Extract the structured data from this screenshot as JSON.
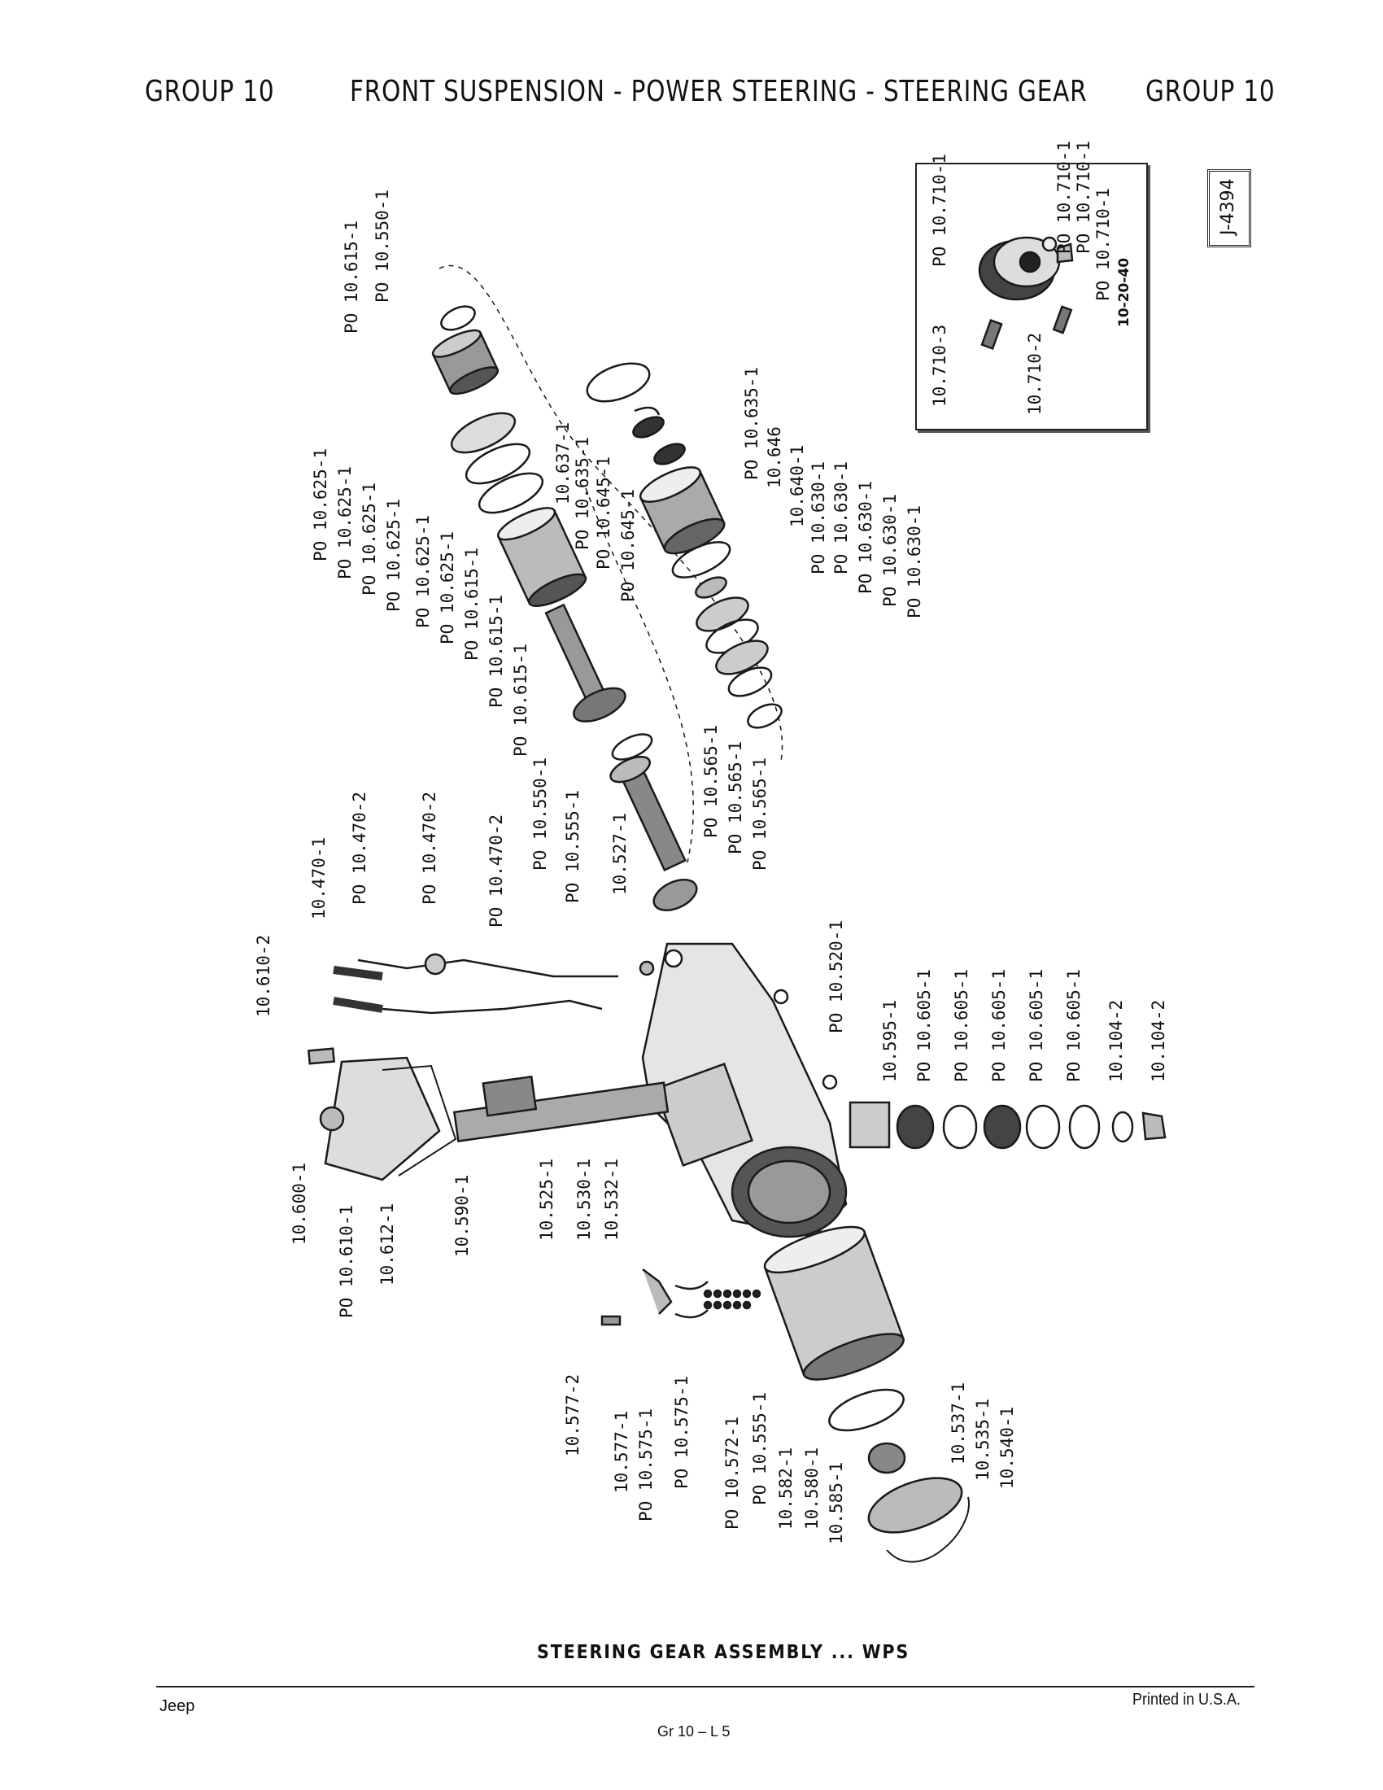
{
  "header": {
    "left": "GROUP 10",
    "center": "FRONT SUSPENSION - POWER STEERING - STEERING GEAR",
    "right": "GROUP 10"
  },
  "doc_id": "J-4394",
  "inset": {
    "fig_code": "10-20-40",
    "labels": [
      "PO 10.710-1",
      "PO 10.710-1",
      "PO 10.710-1",
      "PO 10.710-1",
      "10.710-3",
      "10.710-2"
    ]
  },
  "callouts": {
    "upper_left": [
      "PO 10.615-1",
      "PO 10.550-1"
    ],
    "rings_group": [
      "PO 10.625-1",
      "PO 10.625-1",
      "PO 10.625-1",
      "PO 10.625-1",
      "PO 10.625-1",
      "PO 10.625-1",
      "PO 10.615-1",
      "PO 10.615-1",
      "PO 10.615-1"
    ],
    "upper_mid": [
      "10.637-1",
      "PO 10.635-1",
      "PO 10.645-1",
      "PO 10.645-1"
    ],
    "upper_right": [
      "PO 10.635-1",
      "10.646",
      "10.640-1",
      "PO 10.630-1",
      "PO 10.630-1",
      "PO 10.630-1",
      "PO 10.630-1",
      "PO 10.630-1"
    ],
    "valve_group": [
      "PO 10.550-1",
      "PO 10.555-1",
      "10.527-1",
      "PO 10.565-1",
      "PO 10.565-1",
      "PO 10.565-1"
    ],
    "hoses": [
      "10.470-1",
      "PO 10.470-2",
      "PO 10.470-2",
      "PO 10.470-2"
    ],
    "left_cover": [
      "10.610-2",
      "10.600-1",
      "PO 10.610-1",
      "10.612-1",
      "10.590-1"
    ],
    "fittings": [
      "10.525-1",
      "10.530-1",
      "10.532-1"
    ],
    "housing": [
      "PO 10.520-1"
    ],
    "seal_row": [
      "10.595-1",
      "PO 10.605-1",
      "PO 10.605-1",
      "PO 10.605-1",
      "PO 10.605-1",
      "PO 10.605-1",
      "10.104-2",
      "10.104-2"
    ],
    "lower": [
      "10.577-2",
      "10.577-1",
      "PO 10.575-1",
      "PO 10.575-1",
      "PO 10.572-1",
      "PO 10.555-1",
      "10.582-1",
      "10.580-1",
      "10.585-1",
      "10.537-1",
      "10.535-1",
      "10.540-1"
    ]
  },
  "caption": "STEERING GEAR ASSEMBLY ... WPS",
  "footer": {
    "left": "Jeep",
    "center": "Gr 10 – L 5",
    "right": "Printed in U.S.A."
  }
}
